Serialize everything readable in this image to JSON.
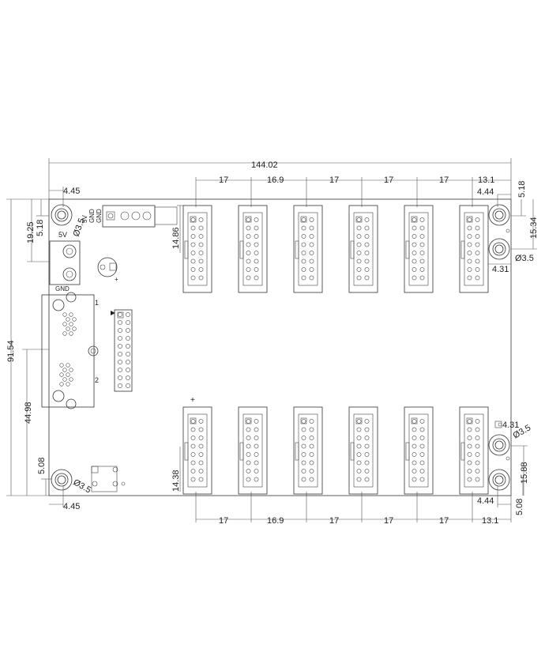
{
  "drawing": {
    "dimensions": {
      "overall_width": "144.02",
      "overall_height": "91.54",
      "top_pitches": [
        "17",
        "16.9",
        "17",
        "17",
        "17",
        "13.1"
      ],
      "bottom_pitches": [
        "17",
        "16.9",
        "17",
        "17",
        "17",
        "13.1"
      ],
      "left_top_offset": "4.45",
      "left_bottom_offset": "4.45",
      "left_top_hole_y": "5.18",
      "left_bottom_hole_y": "5.08",
      "left_19": "19.25",
      "left_44": "44.98",
      "right_top_offset": "4.44",
      "right_bottom_offset": "4.44",
      "right_top_y": "5.18",
      "right_bottom_y": "5.08",
      "right_15_34": "15.34",
      "right_15_88": "15.88",
      "right_4_31_top": "4.31",
      "right_4_31_bottom": "4.31",
      "conn_top_height": "14.86",
      "conn_bottom_height": "14.38",
      "hole_d_top_left": "Ø3.5",
      "hole_d_bottom_left": "Ø3.5",
      "hole_d_right_top": "Ø3.5",
      "hole_d_right_bottom": "Ø3.5"
    },
    "labels": {
      "power_5v": "5V",
      "power_gnd": "GND",
      "terminal_5v": "5V",
      "terminal_gnd1": "GND",
      "terminal_gnd2": "GND",
      "port1": "1",
      "port2": "2",
      "plus": "+"
    }
  }
}
